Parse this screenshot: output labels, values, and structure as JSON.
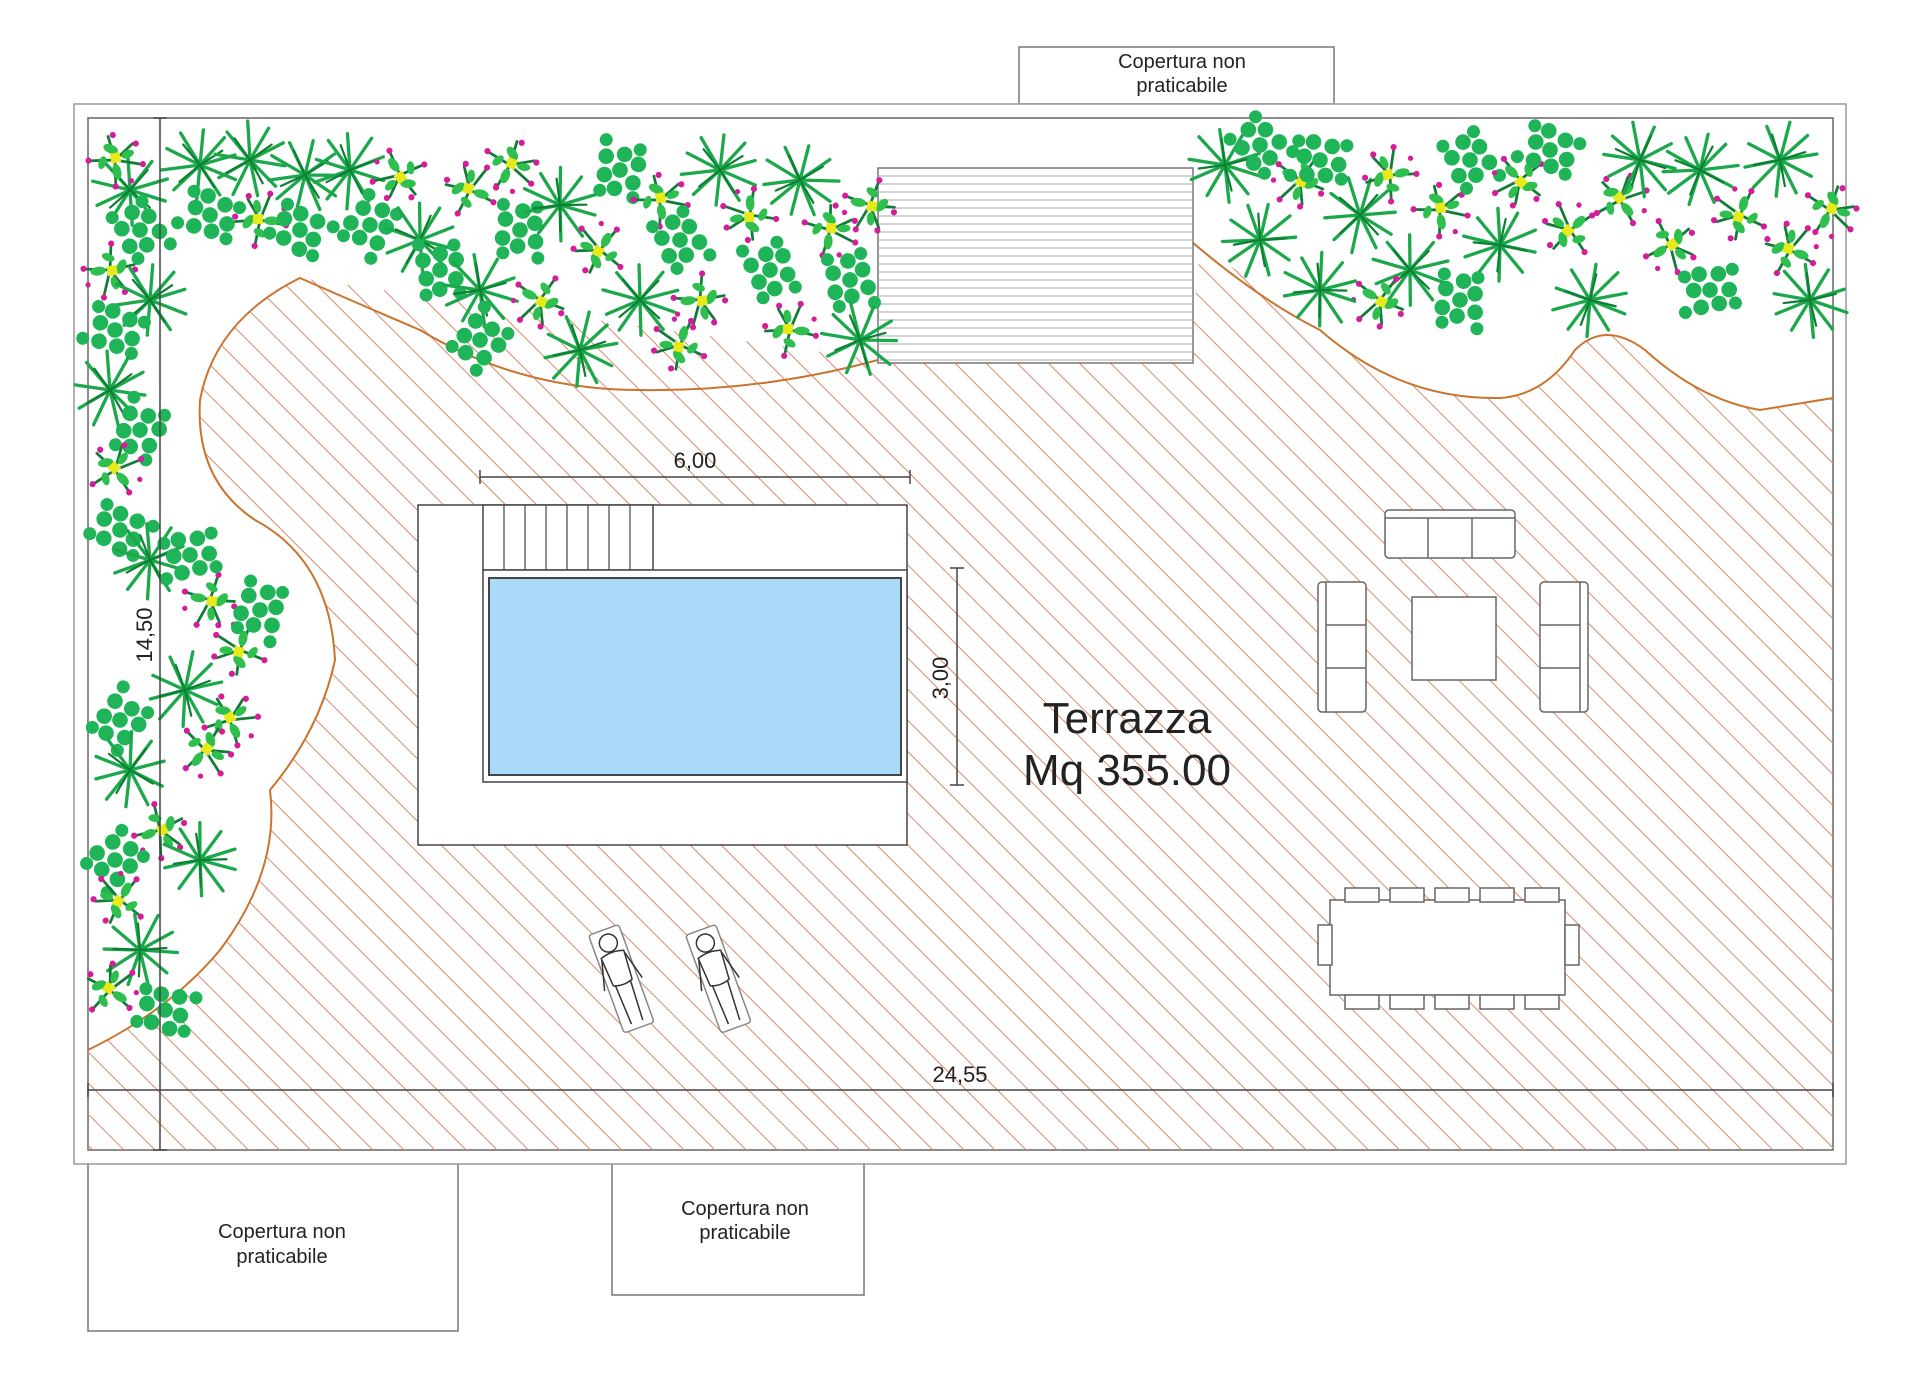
{
  "roof_labels": [
    {
      "line1": "Copertura non",
      "line2": "praticabile"
    },
    {
      "line1": "Copertura non",
      "line2": "praticabile"
    },
    {
      "line1": "Copertura non",
      "line2": "praticabile"
    }
  ],
  "terrace": {
    "name": "Terrazza",
    "area": "Mq 355.00"
  },
  "dimensions": {
    "length": "24,55",
    "width": "14,50",
    "pool_length": "6,00",
    "pool_width": "3,00"
  },
  "colors": {
    "hatch": "#d98a6e",
    "pool": "#a9daf7",
    "leaf": "#1aa84a",
    "leaf_dark": "#0d7f33",
    "flower": "#d51c9b",
    "flower_yellow": "#e6ea1a",
    "line": "#444444"
  },
  "icons": [
    "palm-plant-icon",
    "shrub-icon",
    "flower-icon",
    "sunbather-icon",
    "sofa-icon",
    "armchair-icon",
    "dining-chair-icon"
  ]
}
